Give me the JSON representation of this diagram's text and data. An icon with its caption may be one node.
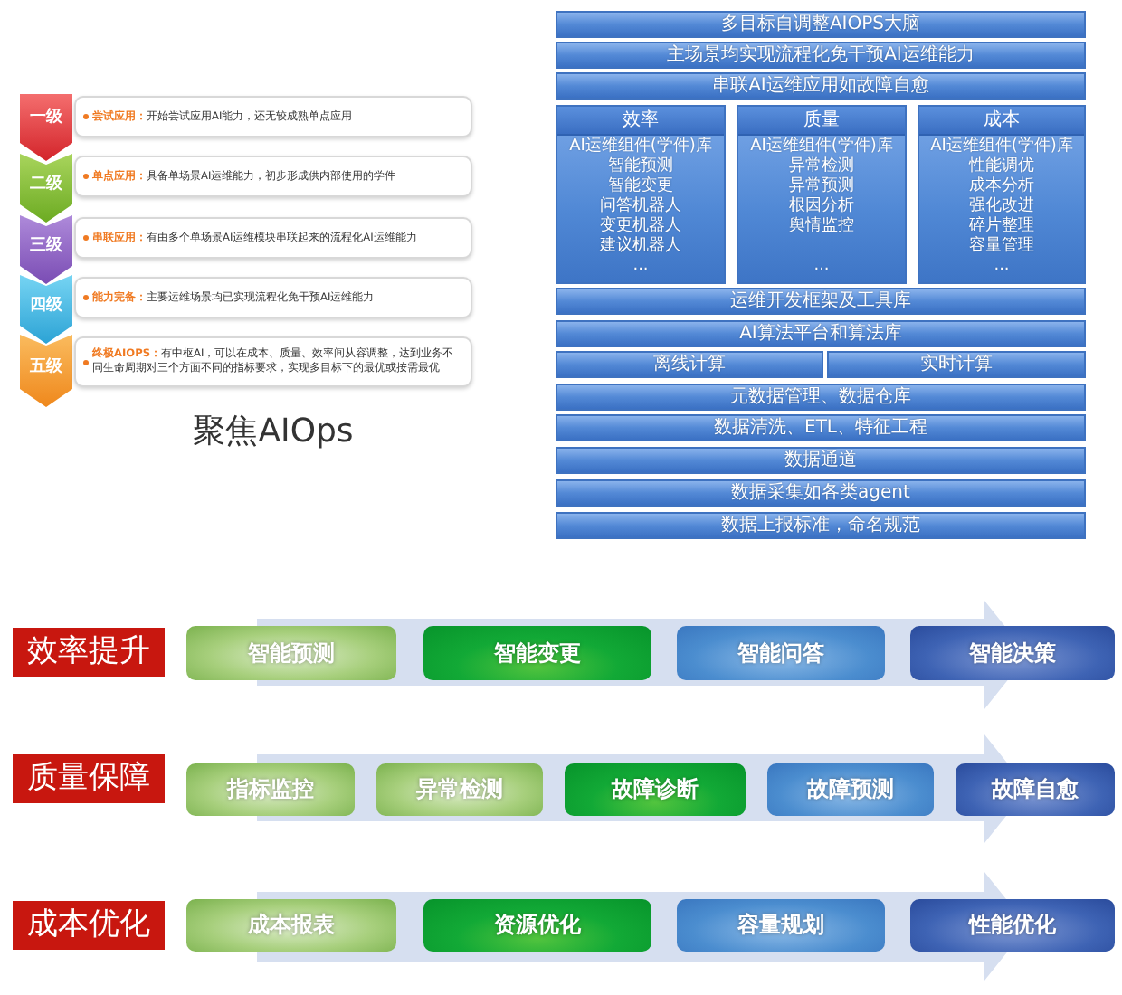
{
  "diagram": {
    "nodes": [
      {
        "text": [
          "一级"
        ]
      },
      {
        "text": [
          "**尝试应用：**开始尝试应用AI能力，还无较成熟单点应用"
        ]
      },
      {
        "text": [
          "二级"
        ]
      },
      {
        "text": [
          "**单点应用：**具备单场景AI运维能力，初步形成供内部使用的学件"
        ]
      },
      {
        "text": [
          "三级"
        ]
      },
      {
        "text": [
          "**串联应用：**有由多个单场景AI运维模块串联起来的流程化AI运维能力"
        ]
      },
      {
        "text": [
          "四级"
        ]
      },
      {
        "text": [
          "**能力完备：**主要运维场景均已实现流程化免干预AI运维能力"
        ]
      },
      {
        "text": [
          "五级"
        ]
      },
      {
        "text": [
          "**终极AIOPS：**有中枢AI，可以在成本、质量、效率间从容调整，达到业务不同生命周期对三个方面不同的指标要求，实现多目标下的最优或按需最优"
        ]
      },
      {
        "text": [
          "多目标自调整AIOPS大脑"
        ]
      },
      {
        "text": [
          "主场景均实现流程化免干预AI运维能力"
        ]
      },
      {
        "text": [
          "串联AI运维应用如故障自愈"
        ]
      },
      {
        "text": [
          "效率",
          "AI运维组件(学件)库",
          "智能预测",
          "智能变更",
          "问答机器人",
          "变更机器人",
          "建议机器人",
          "..."
        ]
      },
      {
        "text": [
          "质量",
          "AI运维组件(学件)库",
          "异常检测",
          "异常预测",
          "根因分析",
          "舆情监控",
          "..."
        ]
      },
      {
        "text": [
          "成本",
          "AI运维组件(学件)库",
          "性能调优",
          "成本分析",
          "强化改进",
          "碎片整理",
          "容量管理",
          "..."
        ]
      },
      {
        "text": [
          "运维开发框架及工具库"
        ]
      },
      {
        "text": [
          "AI算法平台和算法库"
        ]
      },
      {
        "text": [
          "离线计算"
        ]
      },
      {
        "text": [
          "实时计算"
        ]
      },
      {
        "text": [
          "元数据管理、数据仓库"
        ]
      },
      {
        "text": [
          "数据清洗、ETL、特征工程"
        ]
      },
      {
        "text": [
          "数据通道"
        ]
      },
      {
        "text": [
          "数据采集如各类agent"
        ]
      },
      {
        "text": [
          "数据上报标准，命名规范"
        ]
      },
      {
        "text": [
          "效率提升"
        ]
      },
      {
        "text": [
          "智能预测"
        ]
      },
      {
        "text": [
          "智能变更"
        ]
      },
      {
        "text": [
          "智能问答"
        ]
      },
      {
        "text": [
          "智能决策"
        ]
      },
      {
        "text": [
          "质量保障"
        ]
      },
      {
        "text": [
          "指标监控"
        ]
      },
      {
        "text": [
          "异常检测"
        ]
      },
      {
        "text": [
          "故障诊断"
        ]
      },
      {
        "text": [
          "故障预测"
        ]
      },
      {
        "text": [
          "故障自愈"
        ]
      },
      {
        "text": [
          "成本优化"
        ]
      },
      {
        "text": [
          "成本报表"
        ]
      },
      {
        "text": [
          "资源优化"
        ]
      },
      {
        "text": [
          "容量规划"
        ]
      },
      {
        "text": [
          "性能优化"
        ]
      }
    ],
    "labels": [
      "聚焦AIOps"
    ]
  }
}
